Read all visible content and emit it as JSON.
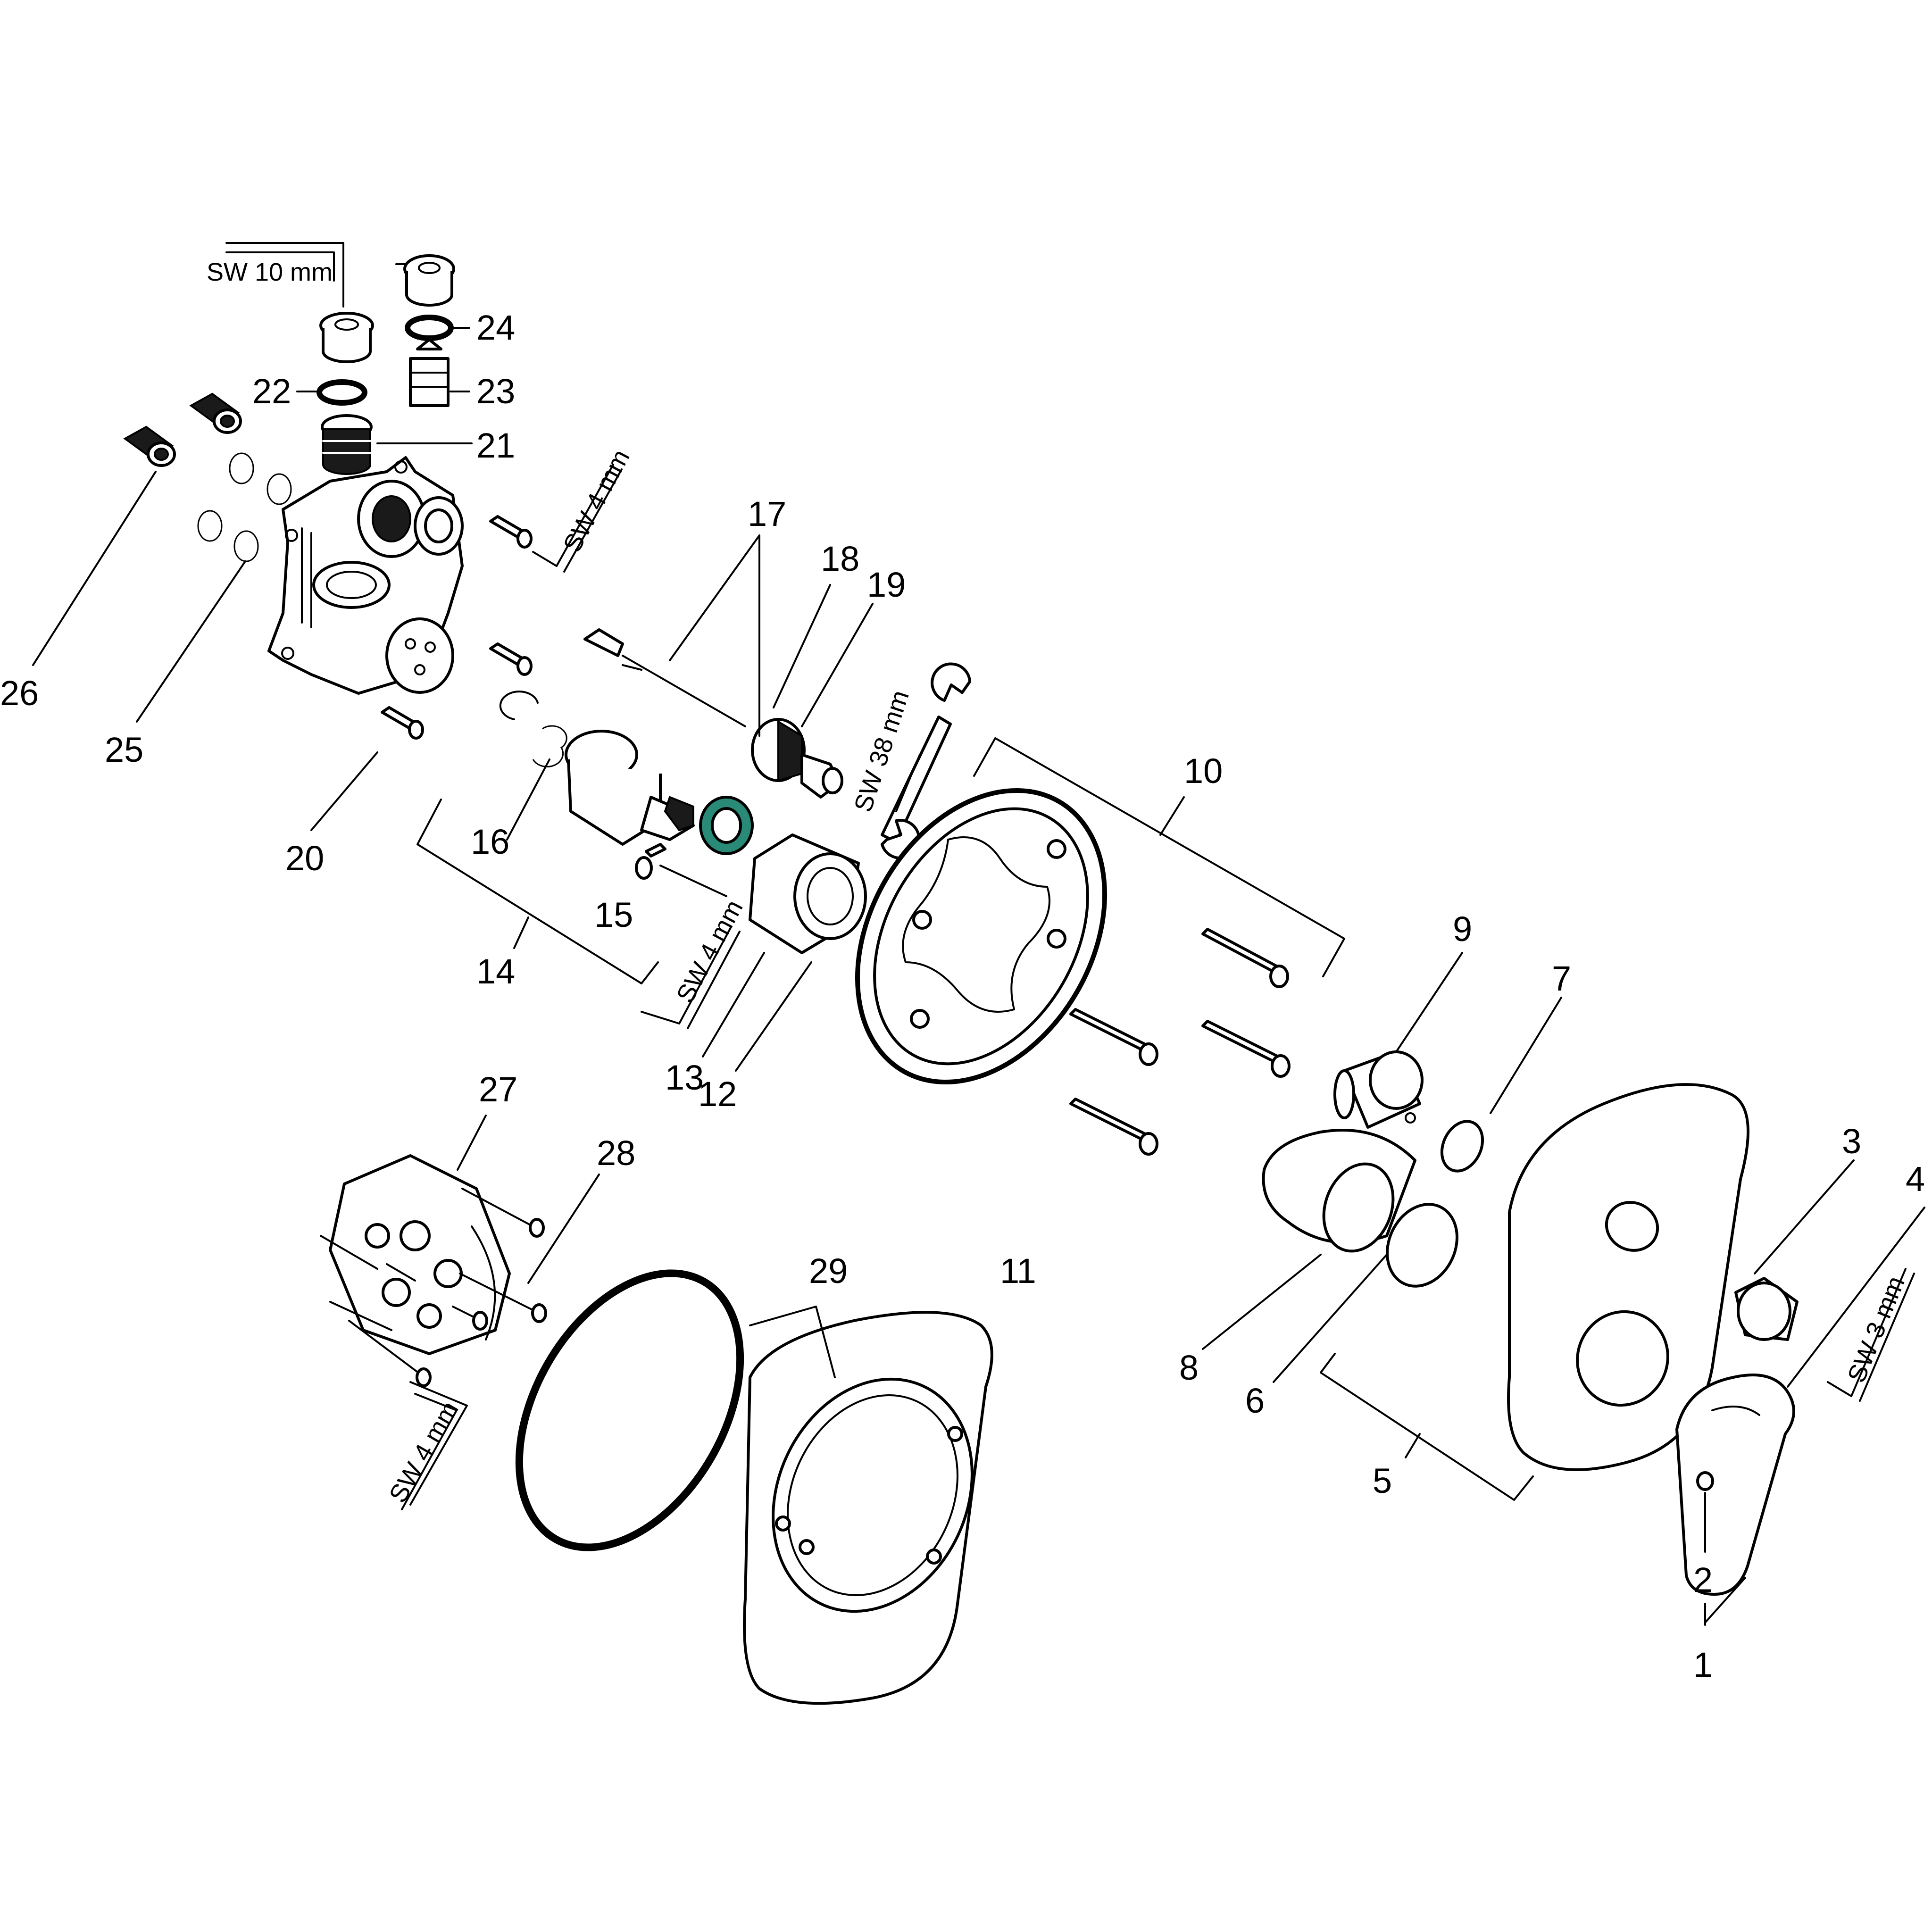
{
  "diagram": {
    "colors": {
      "ink": "#000000",
      "paper": "#ffffff",
      "cartridge_ring": "#2a8a78"
    },
    "tools": {
      "sw10": "SW 10 mm",
      "sw4_a": "SW 4 mm",
      "sw4_b": "SW 4 mm",
      "sw4_c": "SW 4 mm",
      "sw38": "SW 38 mm",
      "sw3": "SW 3 mm"
    },
    "labels": {
      "p1": "1",
      "p2": "2",
      "p3": "3",
      "p4": "4",
      "p5": "5",
      "p6": "6",
      "p7": "7",
      "p8": "8",
      "p9": "9",
      "p10": "10",
      "p11": "11",
      "p12": "12",
      "p13": "13",
      "p14": "14",
      "p15": "15",
      "p16": "16",
      "p17": "17",
      "p18": "18",
      "p19": "19",
      "p20": "20",
      "p21": "21",
      "p22": "22",
      "p23": "23",
      "p24": "24",
      "p25": "25",
      "p26": "26",
      "p27": "27",
      "p28": "28",
      "p29": "29"
    }
  }
}
